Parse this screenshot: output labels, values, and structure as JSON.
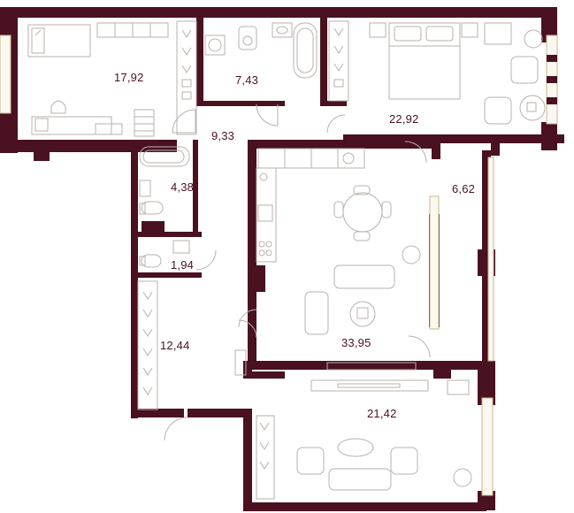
{
  "rooms": [
    {
      "id": "room-living",
      "label": "17,92"
    },
    {
      "id": "room-laundry",
      "label": "7,43"
    },
    {
      "id": "room-bedroom",
      "label": "22,92"
    },
    {
      "id": "room-hall",
      "label": "9,33"
    },
    {
      "id": "room-bath",
      "label": "4,38"
    },
    {
      "id": "room-wc",
      "label": "1,94"
    },
    {
      "id": "room-closet",
      "label": "12,44"
    },
    {
      "id": "room-kitchen",
      "label": "33,95"
    },
    {
      "id": "room-balcony",
      "label": "6,62"
    },
    {
      "id": "room-lounge",
      "label": "21,42"
    }
  ],
  "colors": {
    "wall": "#4a1120",
    "furniture": "#b9b2ad",
    "window": "#c9b792",
    "label": "#4a1120"
  }
}
